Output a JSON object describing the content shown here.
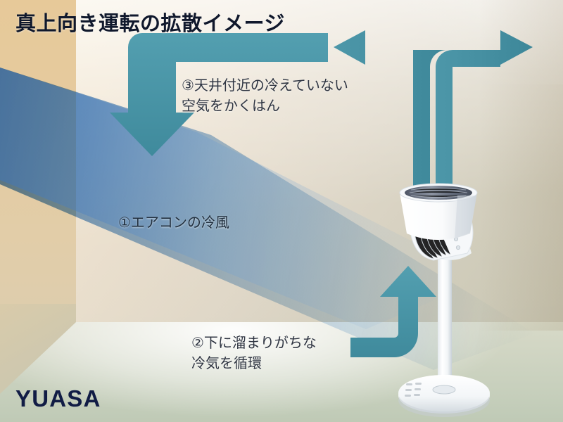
{
  "slide": {
    "title": "真上向き運転の拡散イメージ",
    "brand": "YUASA"
  },
  "callouts": [
    {
      "id": "cold-air-from-aircon",
      "marker": "①",
      "text": "①エアコンの冷風"
    },
    {
      "id": "circulate-cold-air",
      "marker": "②",
      "text": "②下に溜まりがちな\n冷気を循環"
    },
    {
      "id": "stir-warm-ceiling-air",
      "marker": "③",
      "text": "③天井付近の冷えていない\n空気をかくはん"
    }
  ],
  "colors": {
    "arrow_teal": "#4b93a6",
    "arrow_teal_dark": "#3f8698",
    "cold_air_blue": "#6b9fd4",
    "title_navy": "#10182c",
    "logo_navy": "#111c45",
    "wall_warm": "#e2cda8",
    "floor": "#d2d6c4"
  },
  "graphics": {
    "airflow_arrows": [
      {
        "name": "arrow-ceiling-left-down",
        "direction": "left-then-down",
        "label_ref": "③"
      },
      {
        "name": "arrow-fan-up-left",
        "direction": "up-then-left",
        "label_ref": "③"
      },
      {
        "name": "arrow-fan-up-right",
        "direction": "up-then-right",
        "label_ref": "③"
      },
      {
        "name": "arrow-floor-right-up",
        "direction": "right-then-up",
        "label_ref": "②"
      }
    ],
    "cold_air_stream": {
      "name": "cold-air-stream",
      "source": "air-conditioner",
      "label_ref": "①"
    },
    "product": {
      "name": "circulator-fan",
      "orientation": "facing-straight-up"
    }
  }
}
